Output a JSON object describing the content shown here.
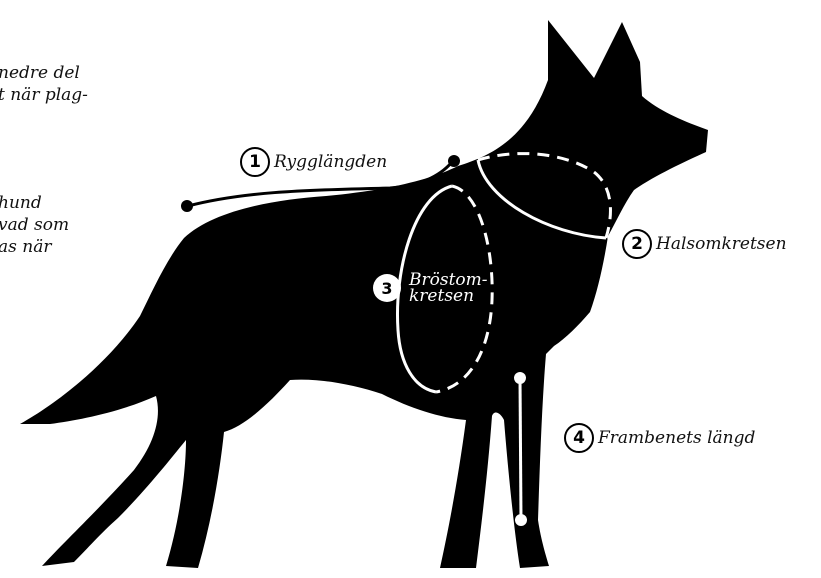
{
  "intro_lines_1": "nedre del\nt när plag-",
  "intro_lines_2": "hund\nvad som\nas när",
  "measurements": [
    {
      "number": "1",
      "label": "Rygglängden"
    },
    {
      "number": "2",
      "label": "Halsomkretsen"
    },
    {
      "number": "3",
      "label_line1": "Bröstom-",
      "label_line2": "kretsen"
    },
    {
      "number": "4",
      "label": "Frambenets längd"
    }
  ],
  "colors": {
    "silhouette": "#000000",
    "measure_line": "#ffffff",
    "background": "#ffffff"
  }
}
